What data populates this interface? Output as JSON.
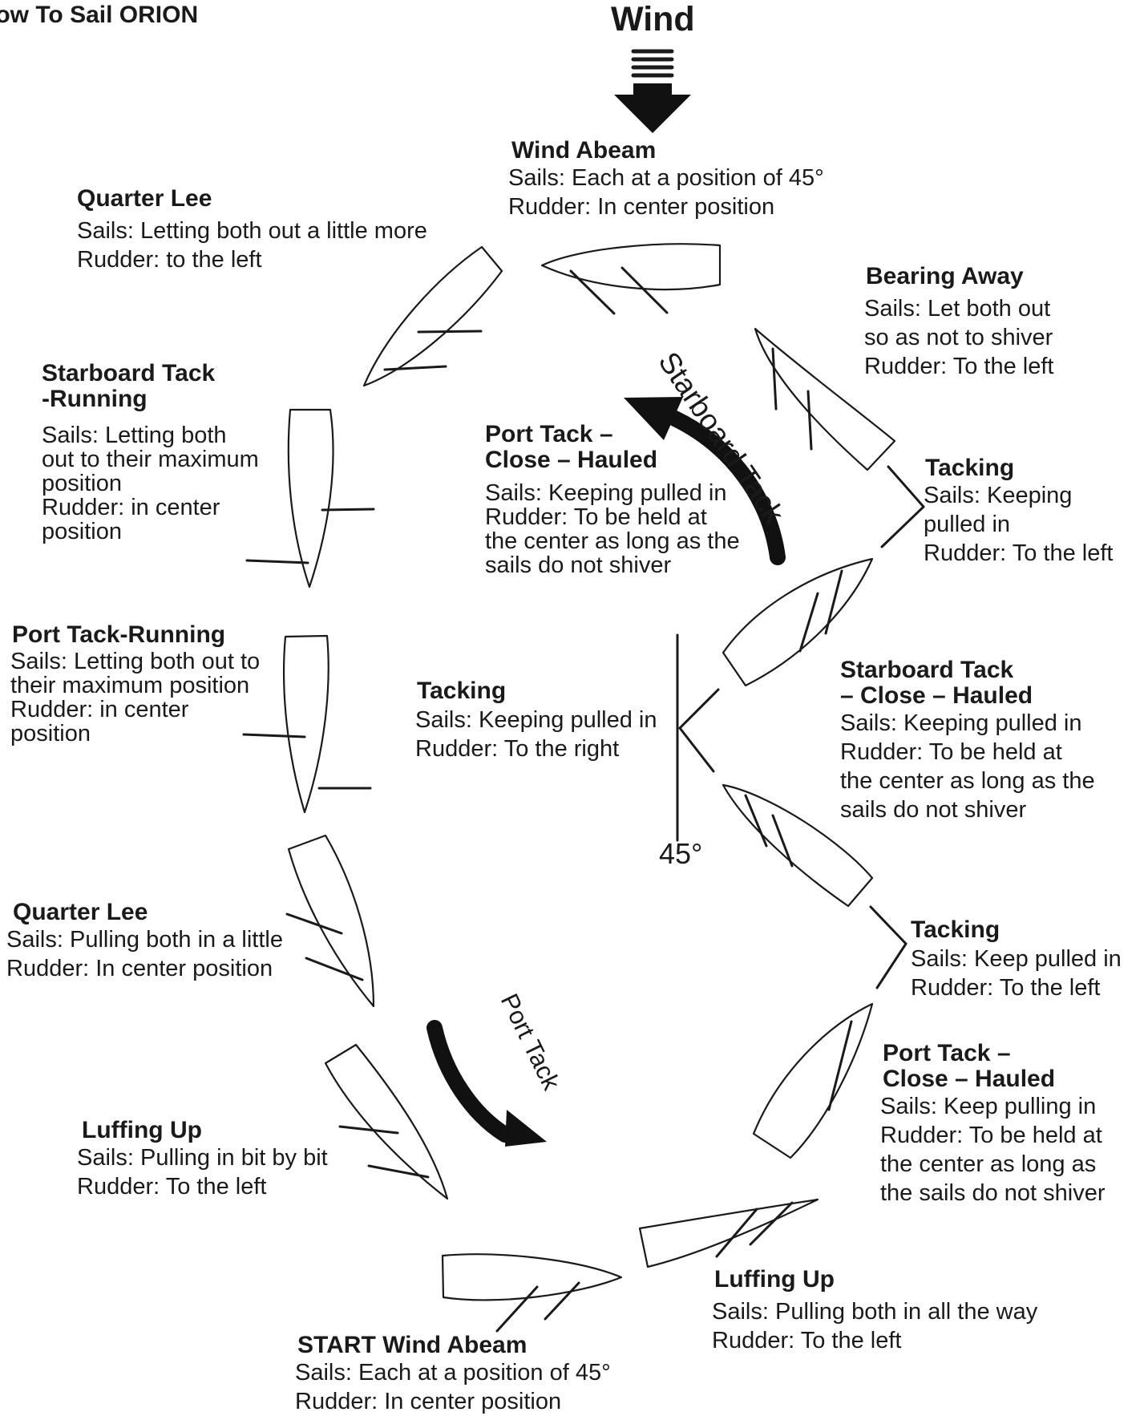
{
  "page_title": "low To Sail ORION",
  "wind_label": "Wind",
  "angle_label": "45°",
  "starboard_arrow_label": "Starboard Tack",
  "port_arrow_label": "Port Tack",
  "positions": {
    "wind_abeam": {
      "title": "Wind Abeam",
      "sails": "Sails: Each at a position of 45°",
      "rudder": "Rudder: In center position"
    },
    "quarter_lee_top": {
      "title": "Quarter Lee",
      "sails": "Sails: Letting both out a little more",
      "rudder": "Rudder: to the left"
    },
    "bearing_away": {
      "title": "Bearing Away",
      "sails_1": "Sails: Let both out",
      "sails_2": "so as not to shiver",
      "rudder": "Rudder: To the left"
    },
    "starboard_running": {
      "title_1": "Starboard Tack",
      "title_2": "-Running",
      "sails_1": "Sails: Letting both",
      "sails_2": "out to their maximum",
      "sails_3": "position",
      "rudder_1": "Rudder: in center",
      "rudder_2": "position"
    },
    "port_close_hauled_inner": {
      "title_1": "Port Tack –",
      "title_2": "Close – Hauled",
      "sails": "Sails: Keeping pulled in",
      "rudder_1": "Rudder: To be held at",
      "rudder_2": "the center as long as the",
      "rudder_3": "sails do not shiver"
    },
    "tacking_right_upper": {
      "title": "Tacking",
      "sails_1": "Sails: Keeping",
      "sails_2": "pulled in",
      "rudder": "Rudder: To the left"
    },
    "port_running": {
      "title": "Port Tack-Running",
      "sails_1": "Sails: Letting both out to",
      "sails_2": "their maximum position",
      "rudder_1": "Rudder: in center",
      "rudder_2": "position"
    },
    "tacking_center": {
      "title": "Tacking",
      "sails": "Sails: Keeping pulled in",
      "rudder": "Rudder: To the right"
    },
    "starboard_close_hauled": {
      "title_1": "Starboard Tack",
      "title_2": "– Close – Hauled",
      "sails": "Sails: Keeping pulled in",
      "rudder_1": "Rudder: To be held at",
      "rudder_2": "the center as long as the",
      "rudder_3": "sails do not shiver"
    },
    "quarter_lee_bottom": {
      "title": "Quarter Lee",
      "sails": "Sails: Pulling both in a little",
      "rudder": "Rudder: In center position"
    },
    "tacking_right_lower": {
      "title": "Tacking",
      "sails": "Sails: Keep pulled in",
      "rudder": "Rudder: To the left"
    },
    "port_close_hauled_outer": {
      "title_1": "Port Tack –",
      "title_2": "Close – Hauled",
      "sails": "Sails: Keep pulling in",
      "rudder_1": "Rudder: To be held at",
      "rudder_2": "the center as long as",
      "rudder_3": "the sails do not shiver"
    },
    "luffing_up_left": {
      "title": "Luffing Up",
      "sails": "Sails: Pulling in bit by bit",
      "rudder": "Rudder: To the left"
    },
    "luffing_up_right": {
      "title": "Luffing Up",
      "sails": "Sails: Pulling both in all the way",
      "rudder": "Rudder: To the left"
    },
    "start_wind_abeam": {
      "title": "START Wind Abeam",
      "sails": "Sails: Each at a position of 45°",
      "rudder": "Rudder: In center position"
    }
  }
}
